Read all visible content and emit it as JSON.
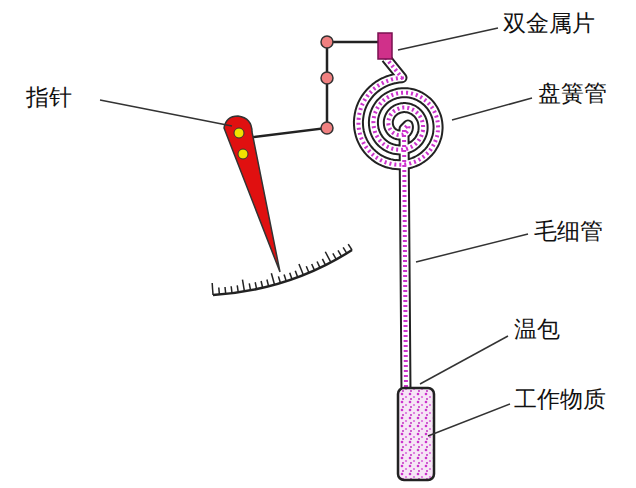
{
  "diagram": {
    "labels": [
      "双金属片",
      "盘簧管",
      "指针",
      "毛细管",
      "温包",
      "工作物质"
    ]
  }
}
